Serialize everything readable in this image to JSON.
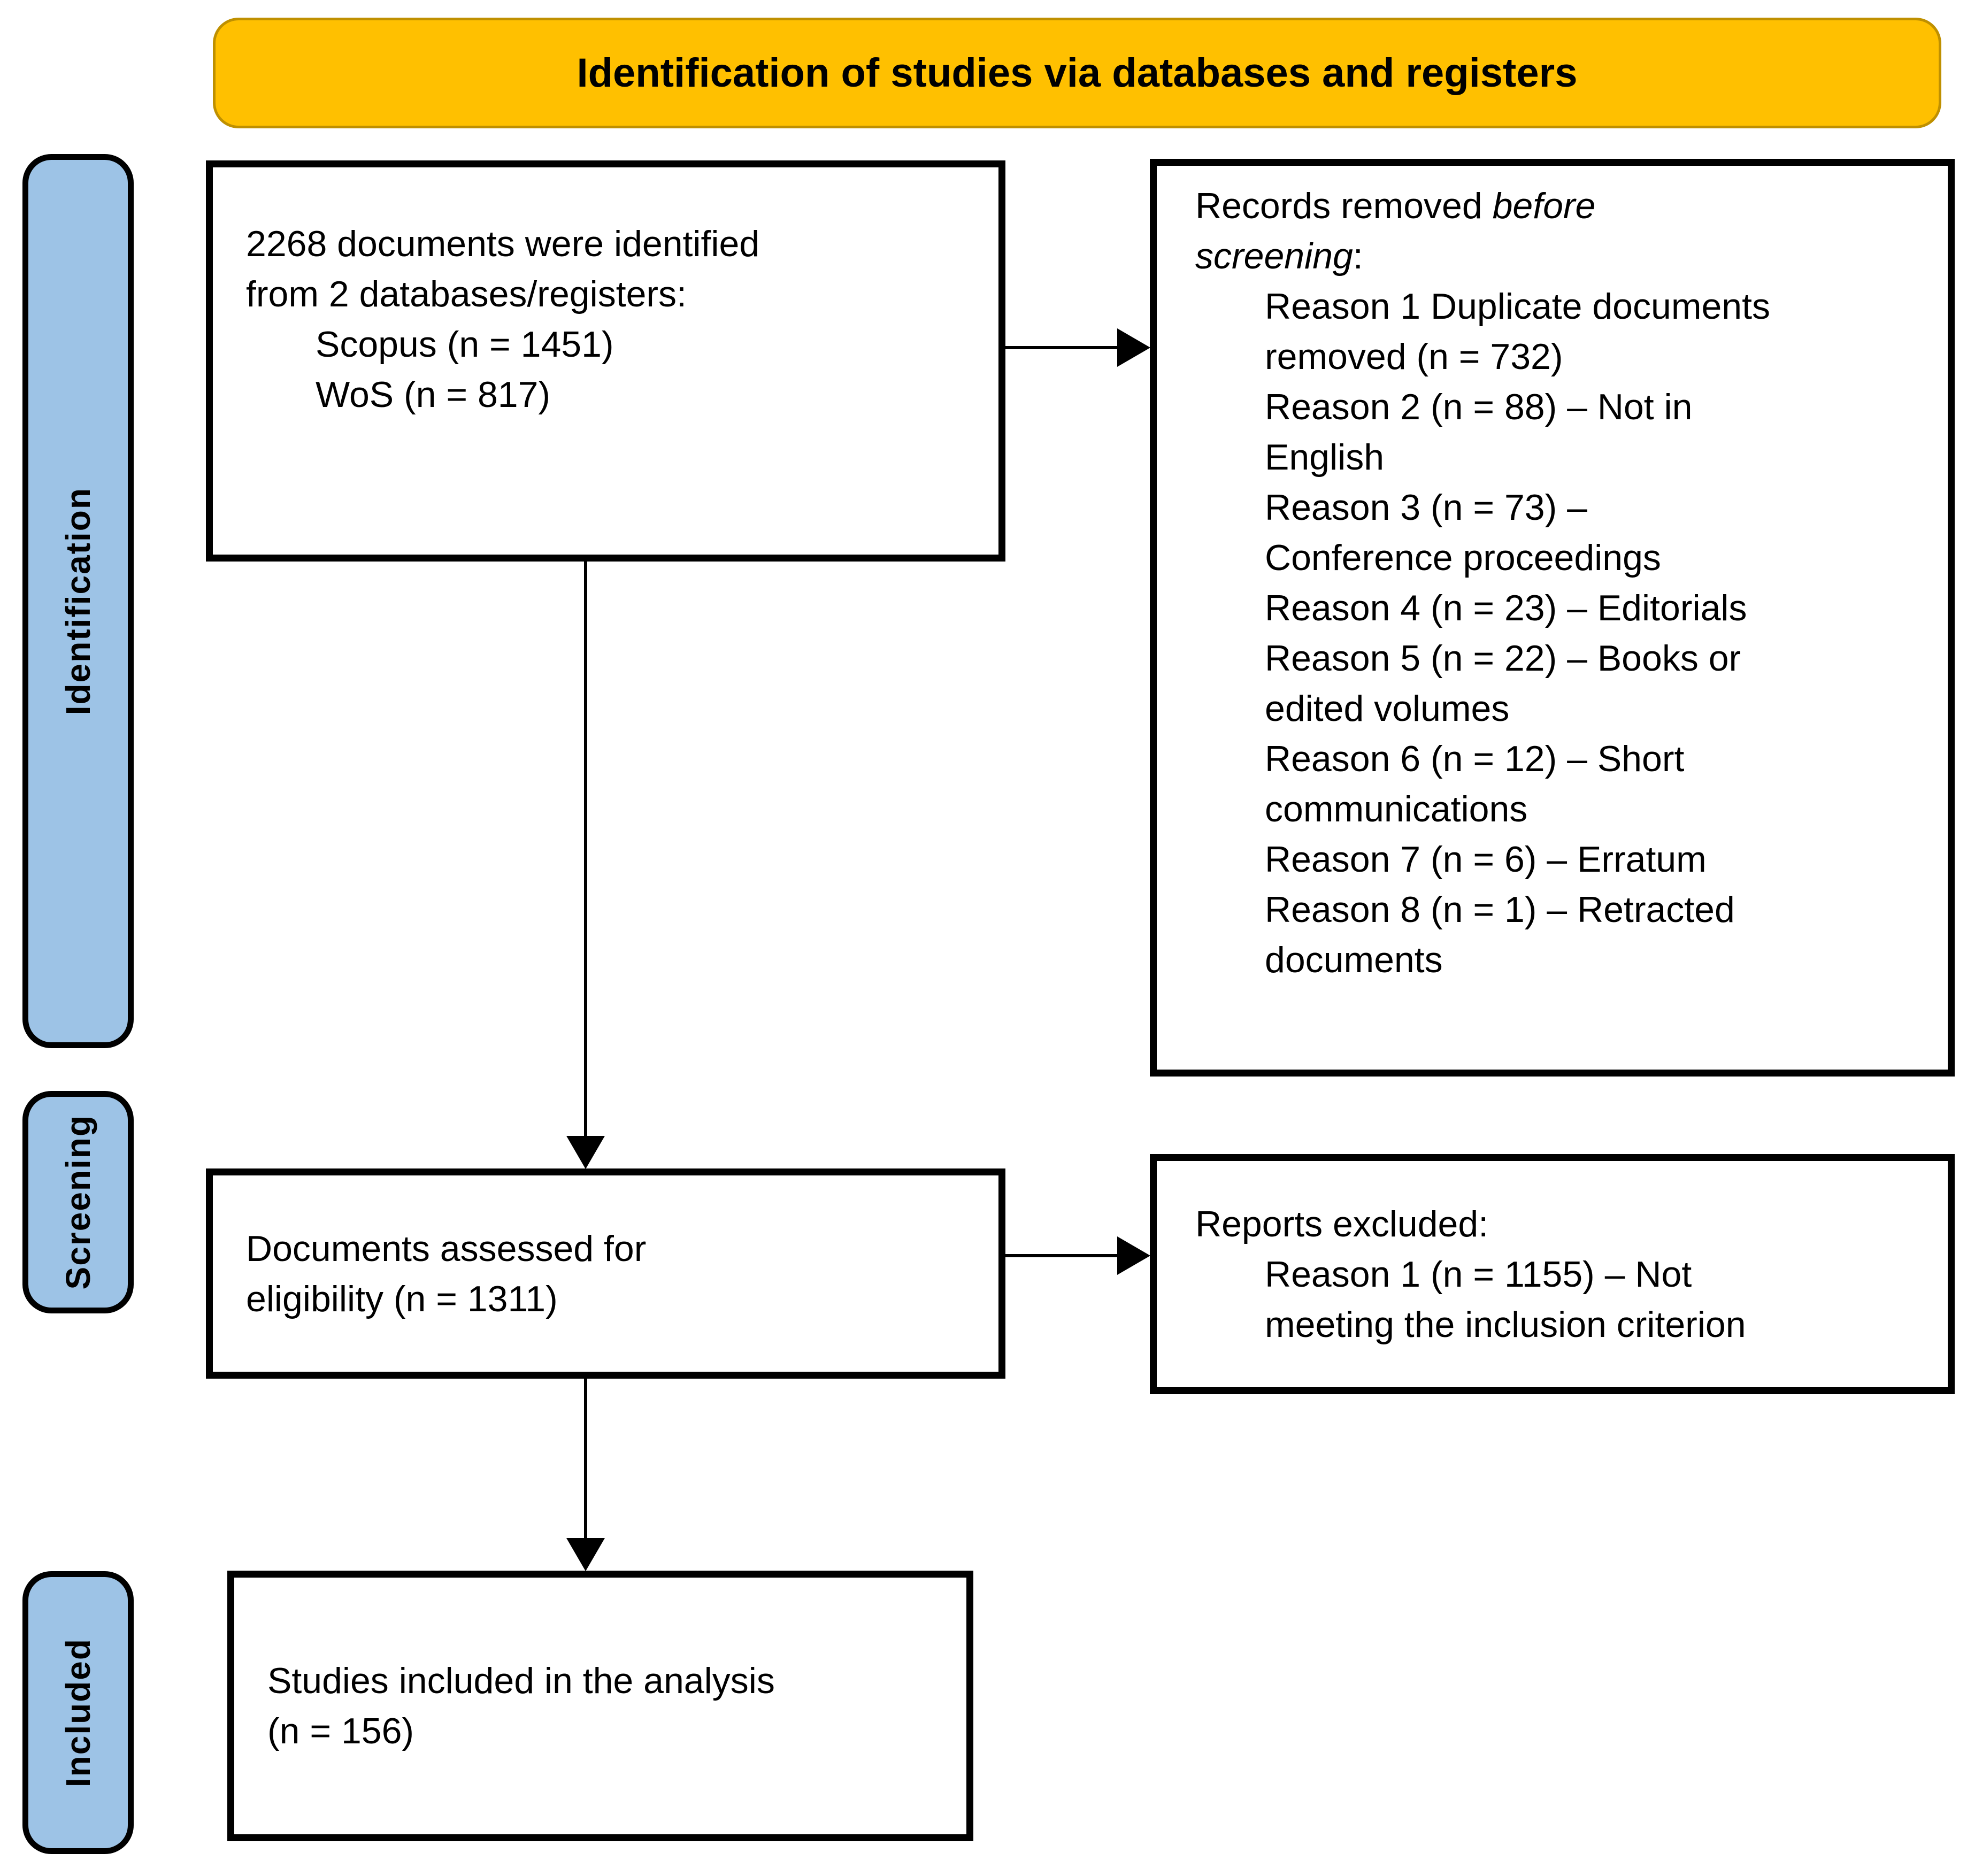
{
  "banner": {
    "title": "Identification of studies via databases and registers"
  },
  "stages": {
    "identification": "Identification",
    "screening": "Screening",
    "included": "Included"
  },
  "boxes": {
    "identified": {
      "lines": [
        {
          "segs": [
            {
              "t": "2268 documents were identified"
            }
          ]
        },
        {
          "segs": [
            {
              "t": "from 2 databases/registers:"
            }
          ]
        },
        {
          "segs": [
            {
              "t": "Scopus (n = 1451)"
            }
          ],
          "indent": true
        },
        {
          "segs": [
            {
              "t": "WoS (n = 817)"
            }
          ],
          "indent": true
        }
      ]
    },
    "records_removed": {
      "lines": [
        {
          "segs": [
            {
              "t": "Records removed "
            },
            {
              "t": "before",
              "i": true
            }
          ]
        },
        {
          "segs": [
            {
              "t": "screening",
              "i": true
            },
            {
              "t": ":"
            }
          ]
        },
        {
          "segs": [
            {
              "t": "Reason 1 Duplicate documents"
            }
          ],
          "indent": true
        },
        {
          "segs": [
            {
              "t": "removed (n = 732)"
            }
          ],
          "indent": true
        },
        {
          "segs": [
            {
              "t": "Reason 2 (n = 88) – Not in"
            }
          ],
          "indent": true
        },
        {
          "segs": [
            {
              "t": "English"
            }
          ],
          "indent": true
        },
        {
          "segs": [
            {
              "t": "Reason 3 (n = 73) –"
            }
          ],
          "indent": true
        },
        {
          "segs": [
            {
              "t": "Conference proceedings"
            }
          ],
          "indent": true
        },
        {
          "segs": [
            {
              "t": "Reason 4 (n = 23) – Editorials"
            }
          ],
          "indent": true
        },
        {
          "segs": [
            {
              "t": "Reason 5 (n = 22) – Books or"
            }
          ],
          "indent": true
        },
        {
          "segs": [
            {
              "t": "edited volumes"
            }
          ],
          "indent": true
        },
        {
          "segs": [
            {
              "t": "Reason 6 (n = 12) – Short"
            }
          ],
          "indent": true
        },
        {
          "segs": [
            {
              "t": "communications"
            }
          ],
          "indent": true
        },
        {
          "segs": [
            {
              "t": "Reason 7 (n = 6) – Erratum"
            }
          ],
          "indent": true
        },
        {
          "segs": [
            {
              "t": "Reason 8 (n = 1) – Retracted"
            }
          ],
          "indent": true
        },
        {
          "segs": [
            {
              "t": "documents"
            }
          ],
          "indent": true
        }
      ]
    },
    "assessed": {
      "lines": [
        {
          "segs": [
            {
              "t": "Documents assessed for"
            }
          ]
        },
        {
          "segs": [
            {
              "t": "eligibility (n = 1311)"
            }
          ]
        }
      ]
    },
    "reports_excluded": {
      "lines": [
        {
          "segs": [
            {
              "t": "Reports excluded:"
            }
          ]
        },
        {
          "segs": [
            {
              "t": "Reason 1 (n = 1155) – Not"
            }
          ],
          "indent": true
        },
        {
          "segs": [
            {
              "t": "meeting the inclusion criterion"
            }
          ],
          "indent": true
        }
      ]
    },
    "included_studies": {
      "lines": [
        {
          "segs": [
            {
              "t": "Studies included in the analysis"
            }
          ]
        },
        {
          "segs": [
            {
              "t": "(n = 156)"
            }
          ]
        }
      ]
    }
  },
  "connectors": [
    {
      "from": "identified",
      "to": "records_removed",
      "direction": "right"
    },
    {
      "from": "identified",
      "to": "assessed",
      "direction": "down"
    },
    {
      "from": "assessed",
      "to": "reports_excluded",
      "direction": "right"
    },
    {
      "from": "assessed",
      "to": "included_studies",
      "direction": "down"
    }
  ],
  "colors": {
    "banner_fill": "#FFC000",
    "banner_border": "#BF9000",
    "stage_fill": "#9DC3E6",
    "box_border": "#000000",
    "text": "#000000",
    "background": "#FFFFFF"
  }
}
